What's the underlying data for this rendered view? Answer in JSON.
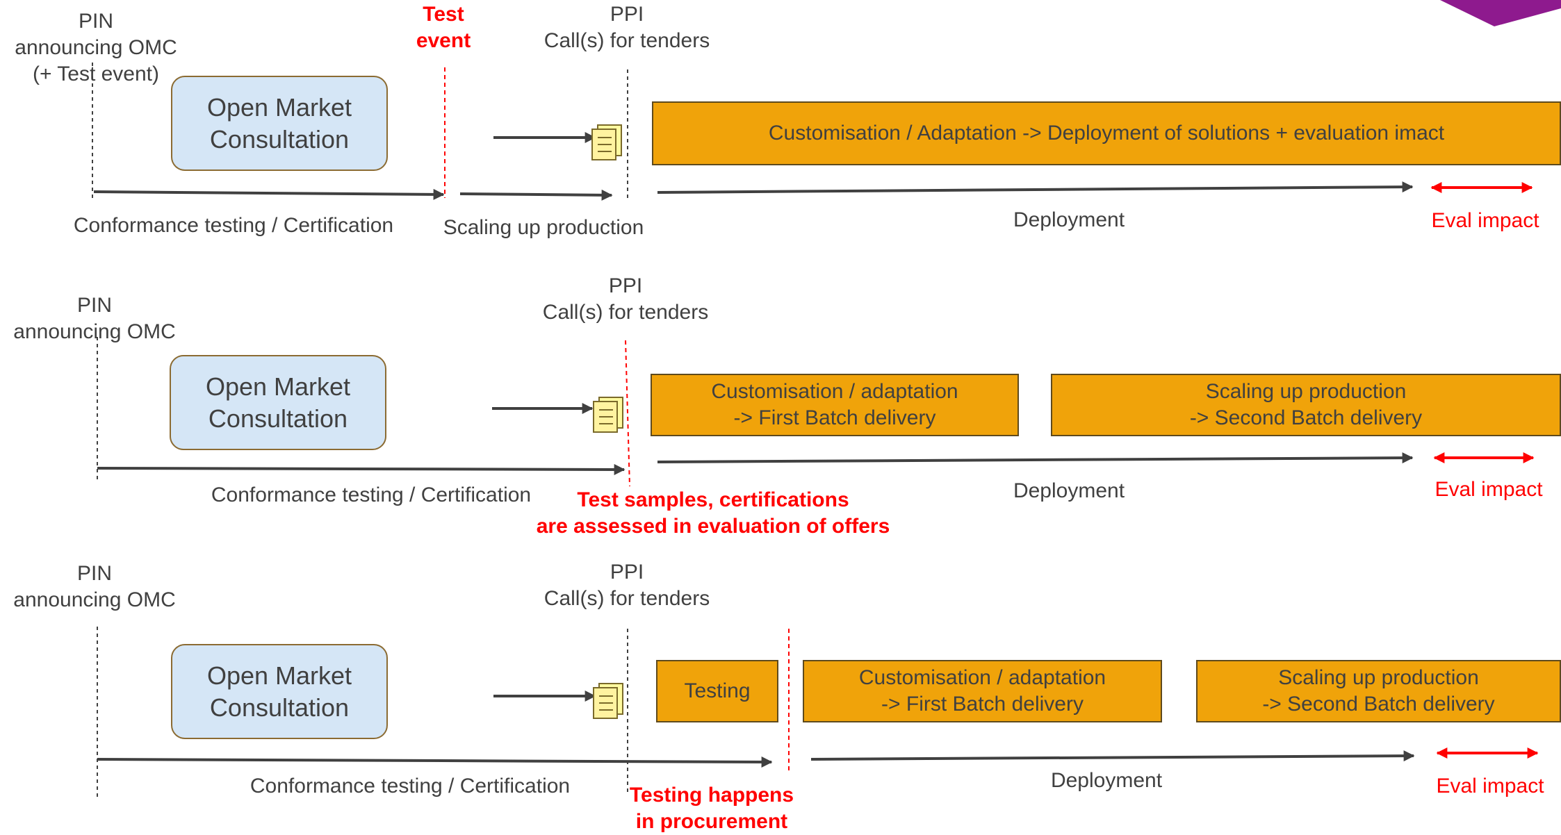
{
  "rows": [
    {
      "pin": "PIN\nannouncing OMC\n(+ Test event)",
      "test_event": "Test\nevent",
      "ppi": "PPI\nCall(s) for tenders",
      "omc": "Open Market\nConsultation",
      "boxes": [
        "Customisation / Adaptation -> Deployment of solutions + evaluation imact"
      ],
      "conformance": "Conformance testing / Certification",
      "scaling": "Scaling up production",
      "deployment": "Deployment",
      "eval_impact": "Eval impact"
    },
    {
      "pin": "PIN\nannouncing OMC",
      "ppi": "PPI\nCall(s) for tenders",
      "omc": "Open Market\nConsultation",
      "boxes": [
        "Customisation / adaptation\n-> First Batch delivery",
        "Scaling up production\n-> Second Batch delivery"
      ],
      "conformance": "Conformance testing / Certification",
      "note": "Test samples, certifications\nare assessed in evaluation of offers",
      "deployment": "Deployment",
      "eval_impact": "Eval impact"
    },
    {
      "pin": "PIN\nannouncing OMC",
      "ppi": "PPI\nCall(s) for tenders",
      "omc": "Open Market\nConsultation",
      "boxes": [
        "Testing",
        "Customisation / adaptation\n-> First Batch delivery",
        "Scaling up production\n-> Second Batch delivery"
      ],
      "conformance": "Conformance testing / Certification",
      "note": "Testing happens\nin procurement",
      "deployment": "Deployment",
      "eval_impact": "Eval impact"
    }
  ],
  "colors": {
    "omc_fill": "#d5e6f6",
    "box_fill": "#f0a30a",
    "arrow": "#404040",
    "highlight": "#ff0000",
    "corner_accent": "#8e1a8e"
  },
  "icons": [
    "document-icon",
    "corner-shape"
  ]
}
